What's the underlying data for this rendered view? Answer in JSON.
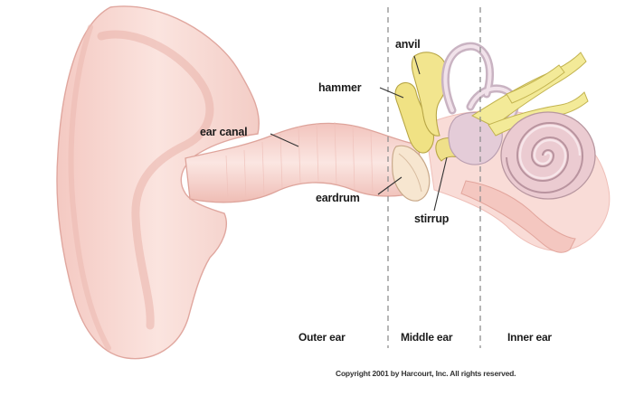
{
  "labels": {
    "anvil": "anvil",
    "hammer": "hammer",
    "ear_canal": "ear canal",
    "eardrum": "eardrum",
    "stirrup": "stirrup"
  },
  "regions": {
    "outer": "Outer ear",
    "middle": "Middle ear",
    "inner": "Inner ear"
  },
  "copyright": "Copyright 2001 by Harcourt, Inc. All rights reserved.",
  "colors": {
    "skin": "#f6d4cf",
    "skin_shadow": "#e7aaa2",
    "bone": "#f1e486",
    "cochlea": "#eccad0",
    "nerve": "#f3ea98",
    "divider": "#8f8f8f"
  }
}
